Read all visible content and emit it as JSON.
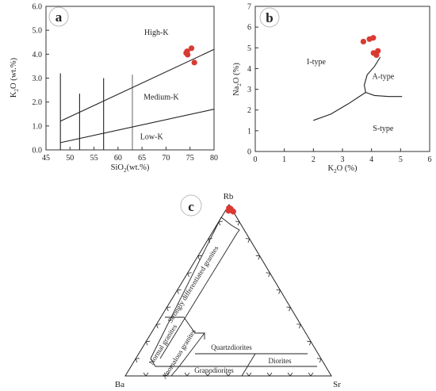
{
  "chart_data": [
    {
      "type": "scatter",
      "panel": "a",
      "xlabel_parts": [
        "SiO",
        "2",
        "(wt.%)"
      ],
      "ylabel_parts": [
        "K",
        "2",
        "O (wt.%)"
      ],
      "xlim": [
        45,
        80
      ],
      "ylim": [
        0,
        6
      ],
      "x_ticks": [
        45,
        50,
        55,
        60,
        65,
        70,
        75,
        80
      ],
      "y_ticks": [
        0.0,
        1.0,
        2.0,
        3.0,
        4.0,
        5.0,
        6.0
      ],
      "x_tick_labels": [
        "45",
        "50",
        "55",
        "60",
        "65",
        "70",
        "75",
        "80"
      ],
      "y_tick_labels": [
        "0.0",
        "1.0",
        "2.0",
        "3.0",
        "4.0",
        "5.0",
        "6.0"
      ],
      "regions": [
        "High-K",
        "Medium-K",
        "Low-K"
      ],
      "region_anchor_xy": [
        [
          68,
          4.8
        ],
        [
          69,
          2.1
        ],
        [
          67,
          0.45
        ]
      ],
      "boundary_lines": [
        [
          [
            48,
            1.2
          ],
          [
            80,
            4.2
          ]
        ],
        [
          [
            48,
            0.3
          ],
          [
            80,
            1.7
          ]
        ]
      ],
      "vertical_lines": [
        [
          [
            48,
            0
          ],
          [
            48,
            3.2
          ]
        ],
        [
          [
            52,
            0
          ],
          [
            52,
            2.35
          ]
        ],
        [
          [
            57,
            0
          ],
          [
            57,
            3.0
          ]
        ],
        [
          [
            63,
            0
          ],
          [
            63,
            3.15
          ]
        ]
      ],
      "points": [
        {
          "x": 74.2,
          "y": 4.05
        },
        {
          "x": 74.4,
          "y": 4.12
        },
        {
          "x": 74.5,
          "y": 3.98
        },
        {
          "x": 75.3,
          "y": 4.25
        },
        {
          "x": 75.9,
          "y": 3.65
        }
      ],
      "point_color": "#d93a32"
    },
    {
      "type": "scatter",
      "panel": "b",
      "xlabel_parts": [
        "K",
        "2",
        "O (%)"
      ],
      "ylabel_parts": [
        "Na",
        "2",
        "O (%)"
      ],
      "xlim": [
        0,
        6
      ],
      "ylim": [
        0,
        7
      ],
      "x_ticks": [
        0,
        1,
        2,
        3,
        4,
        5,
        6
      ],
      "y_ticks": [
        0,
        1,
        2,
        3,
        4,
        5,
        6,
        7
      ],
      "x_tick_labels": [
        "0",
        "1",
        "2",
        "3",
        "4",
        "5",
        "6"
      ],
      "y_tick_labels": [
        "0",
        "1",
        "2",
        "3",
        "4",
        "5",
        "6",
        "7"
      ],
      "regions": [
        "I-type",
        "A-type",
        "S-type"
      ],
      "region_anchor_xy": [
        [
          2.1,
          4.2
        ],
        [
          4.4,
          3.5
        ],
        [
          4.4,
          1.0
        ]
      ],
      "boundary_lines": [
        [
          [
            2.0,
            1.5
          ],
          [
            2.6,
            1.8
          ],
          [
            3.2,
            2.3
          ],
          [
            3.8,
            2.85
          ]
        ],
        [
          [
            3.8,
            2.85
          ],
          [
            3.75,
            3.2
          ],
          [
            3.85,
            3.7
          ],
          [
            4.1,
            4.1
          ],
          [
            4.3,
            4.55
          ]
        ],
        [
          [
            3.8,
            2.85
          ],
          [
            4.1,
            2.7
          ],
          [
            4.6,
            2.65
          ],
          [
            5.05,
            2.65
          ]
        ]
      ],
      "points": [
        {
          "x": 3.72,
          "y": 5.3
        },
        {
          "x": 3.93,
          "y": 5.42
        },
        {
          "x": 4.06,
          "y": 5.48
        },
        {
          "x": 4.07,
          "y": 4.75
        },
        {
          "x": 4.17,
          "y": 4.65
        },
        {
          "x": 4.22,
          "y": 4.85
        }
      ],
      "point_color": "#d93a32"
    },
    {
      "type": "scatter",
      "panel": "c",
      "ternary": true,
      "vertex_labels": {
        "top": "Rb",
        "left": "Ba",
        "right": "Sr"
      },
      "field_labels": [
        "Strongly differentiated granites",
        "Normal granites",
        "Anomalous granites",
        "Quartzdiorites",
        "Diorites",
        "Granodiorites"
      ],
      "field_label_anchors": [
        [
          0.45,
          0.55,
          0.0
        ],
        [
          0.16,
          0.72,
          0.12
        ],
        [
          0.22,
          0.62,
          0.16
        ],
        [
          0.1,
          0.5,
          0.4
        ],
        [
          0.12,
          0.5,
          0.38
        ],
        [
          0.05,
          0.6,
          0.35
        ]
      ],
      "points": [
        {
          "rb": 0.98,
          "ba": 0.01,
          "sr": 0.01
        },
        {
          "rb": 0.975,
          "ba": 0.005,
          "sr": 0.02
        },
        {
          "rb": 0.965,
          "ba": 0.02,
          "sr": 0.015
        },
        {
          "rb": 0.96,
          "ba": 0.0,
          "sr": 0.04
        }
      ],
      "point_color": "#d93a32"
    }
  ]
}
